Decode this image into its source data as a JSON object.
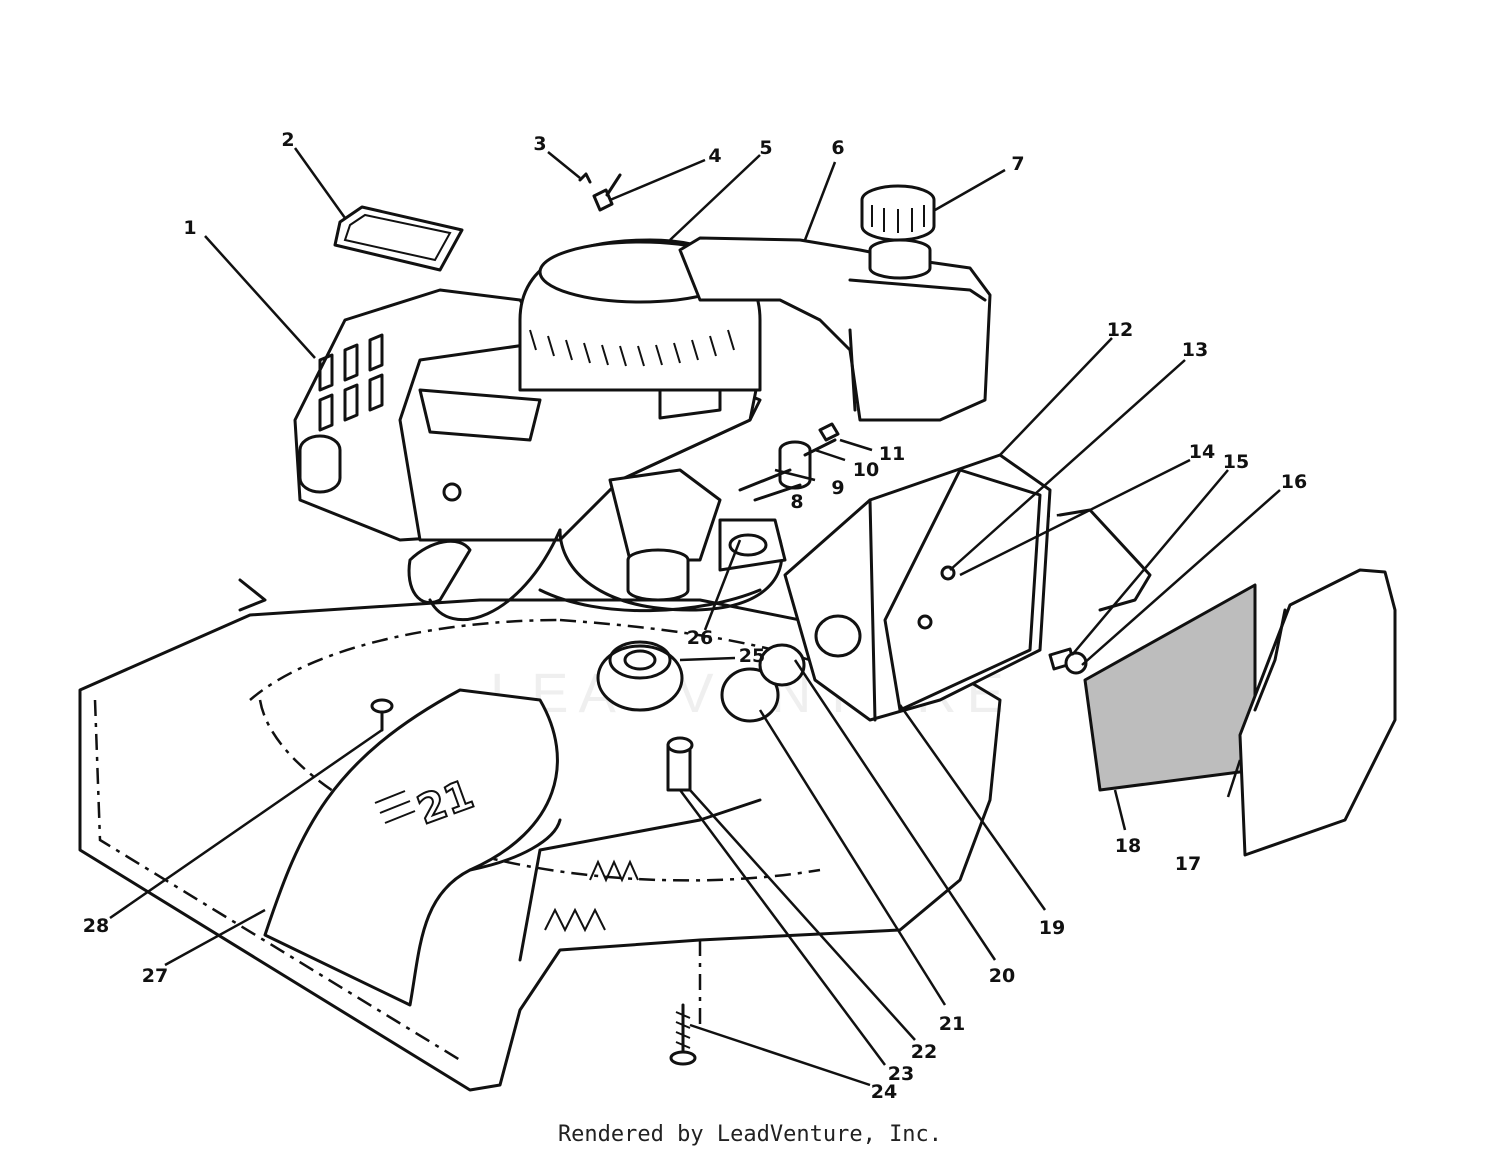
{
  "diagram": {
    "callouts": [
      "1",
      "2",
      "3",
      "4",
      "5",
      "6",
      "7",
      "8",
      "9",
      "10",
      "11",
      "12",
      "13",
      "14",
      "15",
      "16",
      "17",
      "18",
      "19",
      "20",
      "21",
      "22",
      "23",
      "24",
      "25",
      "26",
      "27",
      "28"
    ],
    "chute_text": "21",
    "watermark": "LEADVENTURE"
  },
  "footer": {
    "credit": "Rendered by LeadVenture, Inc."
  }
}
